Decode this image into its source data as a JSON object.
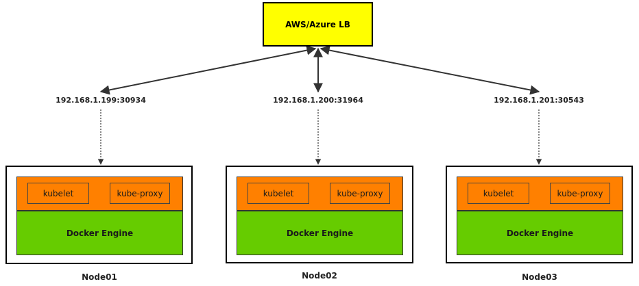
{
  "load_balancer": {
    "label": "AWS/Azure LB",
    "color": "#ffff00"
  },
  "nodes": [
    {
      "name": "Node01",
      "endpoint": "192.168.1.199:30934",
      "components": [
        "kubelet",
        "kube-proxy"
      ],
      "engine": "Docker Engine"
    },
    {
      "name": "Node02",
      "endpoint": "192.168.1.200:31964",
      "components": [
        "kubelet",
        "kube-proxy"
      ],
      "engine": "Docker Engine"
    },
    {
      "name": "Node03",
      "endpoint": "192.168.1.201:30543",
      "components": [
        "kubelet",
        "kube-proxy"
      ],
      "engine": "Docker Engine"
    }
  ],
  "colors": {
    "components_bg": "#ff8000",
    "engine_bg": "#66cc00"
  }
}
